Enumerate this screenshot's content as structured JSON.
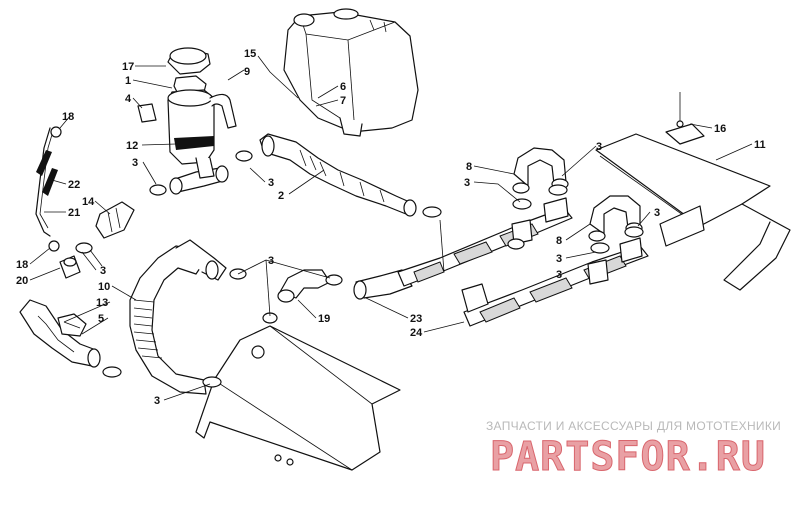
{
  "diagram": {
    "callouts": [
      "17",
      "1",
      "4",
      "12",
      "3",
      "15",
      "9",
      "6",
      "7",
      "18",
      "22",
      "21",
      "14",
      "3",
      "2",
      "8",
      "3",
      "3",
      "16",
      "11",
      "3",
      "8",
      "3",
      "3",
      "18",
      "20",
      "3",
      "10",
      "13",
      "5",
      "3",
      "3",
      "19",
      "23",
      "24",
      "3"
    ],
    "watermark": {
      "tagline": "ЗАПЧАСТИ И АКСЕССУАРЫ ДЛЯ МОТОТЕХНИКИ",
      "logo": "PARTSFOR.RU"
    }
  }
}
